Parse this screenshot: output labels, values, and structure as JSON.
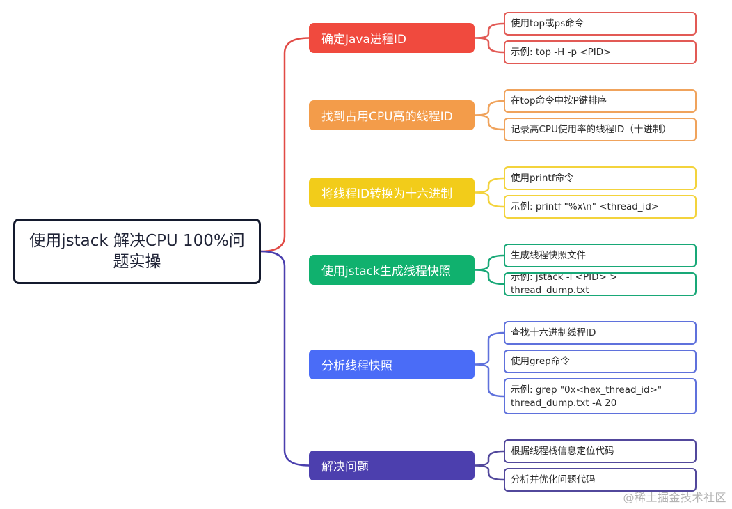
{
  "root": {
    "title": "使用jstack 解决CPU 100%问题实操"
  },
  "branches": [
    {
      "label": "确定Java进程ID",
      "color": "#f04a3e",
      "leaves": [
        "使用top或ps命令",
        "示例: top -H -p <PID>"
      ]
    },
    {
      "label": "找到占用CPU高的线程ID",
      "color": "#f39c4a",
      "leaves": [
        "在top命令中按P键排序",
        "记录高CPU使用率的线程ID（十进制）"
      ]
    },
    {
      "label": "将线程ID转换为十六进制",
      "color": "#f2cc1a",
      "leaves": [
        "使用printf命令",
        "示例: printf \"%x\\n\" <thread_id>"
      ]
    },
    {
      "label": "使用jstack生成线程快照",
      "color": "#10b16e",
      "leaves": [
        "生成线程快照文件",
        "示例: jstack -l <PID> > thread_dump.txt"
      ]
    },
    {
      "label": "分析线程快照",
      "color": "#4a6cf7",
      "leaves": [
        "查找十六进制线程ID",
        "使用grep命令",
        "示例: grep \"0x<hex_thread_id>\" thread_dump.txt -A 20"
      ]
    },
    {
      "label": "解决问题",
      "color": "#4c3fae",
      "leaves": [
        "根据线程栈信息定位代码",
        "分析并优化问题代码"
      ]
    }
  ],
  "watermark": "@稀土掘金技术社区"
}
